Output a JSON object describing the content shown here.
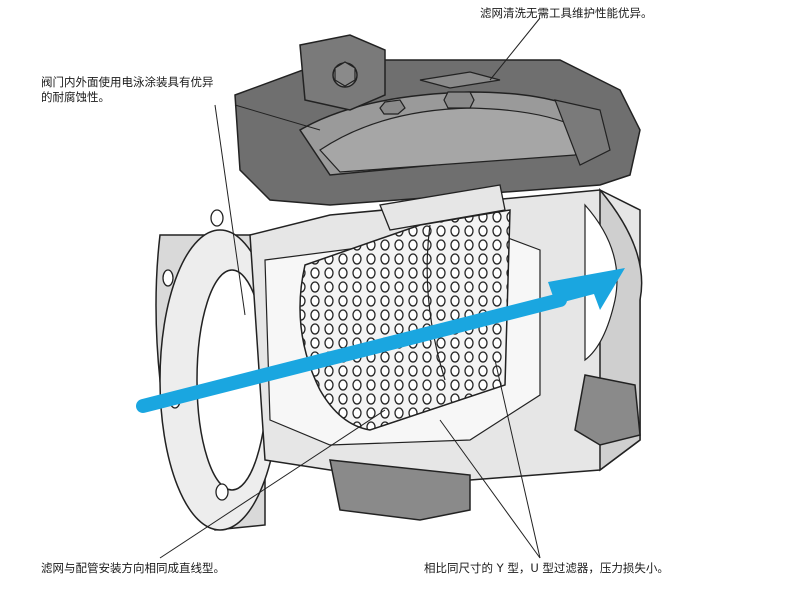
{
  "callouts": {
    "top_right": "滤网清洗无需工具维护性能优异。",
    "left_line1": "阀门内外面使用电泳涂装具有优异",
    "left_line2": "的耐腐蚀性。",
    "bottom_left": "滤网与配管安装方向相同成直线型。",
    "bottom_right": "相比同尺寸的 Y 型，U 型过滤器，压力损失小。"
  },
  "colors": {
    "body_dark": "#6f6f6f",
    "body_mid": "#9a9a9a",
    "body_light": "#d9d9d9",
    "cut_face": "#e6e6e6",
    "flow_arrow": "#1aa6e0",
    "outline": "#222222"
  }
}
